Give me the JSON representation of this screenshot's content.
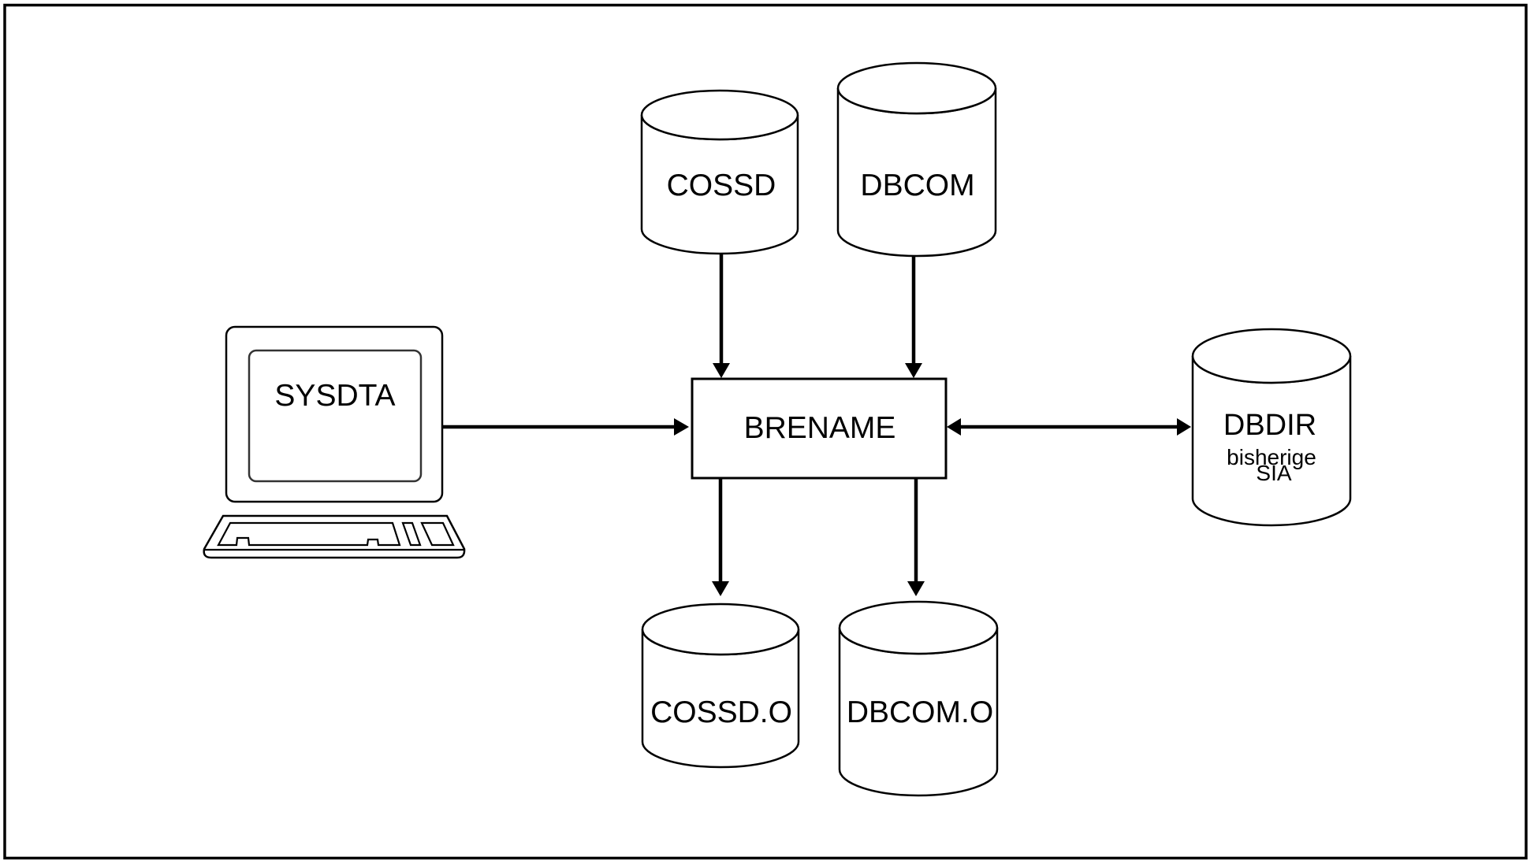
{
  "diagram": {
    "type": "data-flow",
    "colors": {
      "stroke": "#000000",
      "background": "#ffffff",
      "text": "#000000"
    },
    "nodes": {
      "sysdta": {
        "label": "SYSDTA",
        "kind": "terminal-icon"
      },
      "brename": {
        "label": "BRENAME",
        "kind": "process-box"
      },
      "cossd": {
        "label": "COSSD",
        "kind": "database-cylinder"
      },
      "dbcom": {
        "label": "DBCOM",
        "kind": "database-cylinder"
      },
      "dbdir": {
        "label": "DBDIR",
        "sublabel_1": "bisherige",
        "sublabel_2": "SIA",
        "kind": "database-cylinder"
      },
      "cossd_o": {
        "label": "COSSD.O",
        "kind": "database-cylinder"
      },
      "dbcom_o": {
        "label": "DBCOM.O",
        "kind": "database-cylinder"
      }
    },
    "edges": [
      {
        "from": "SYSDTA",
        "to": "BRENAME",
        "direction": "forward"
      },
      {
        "from": "COSSD",
        "to": "BRENAME",
        "direction": "forward"
      },
      {
        "from": "DBCOM",
        "to": "BRENAME",
        "direction": "forward"
      },
      {
        "from": "BRENAME",
        "to": "DBDIR",
        "direction": "both"
      },
      {
        "from": "BRENAME",
        "to": "COSSD.O",
        "direction": "forward"
      },
      {
        "from": "BRENAME",
        "to": "DBCOM.O",
        "direction": "forward"
      }
    ]
  }
}
